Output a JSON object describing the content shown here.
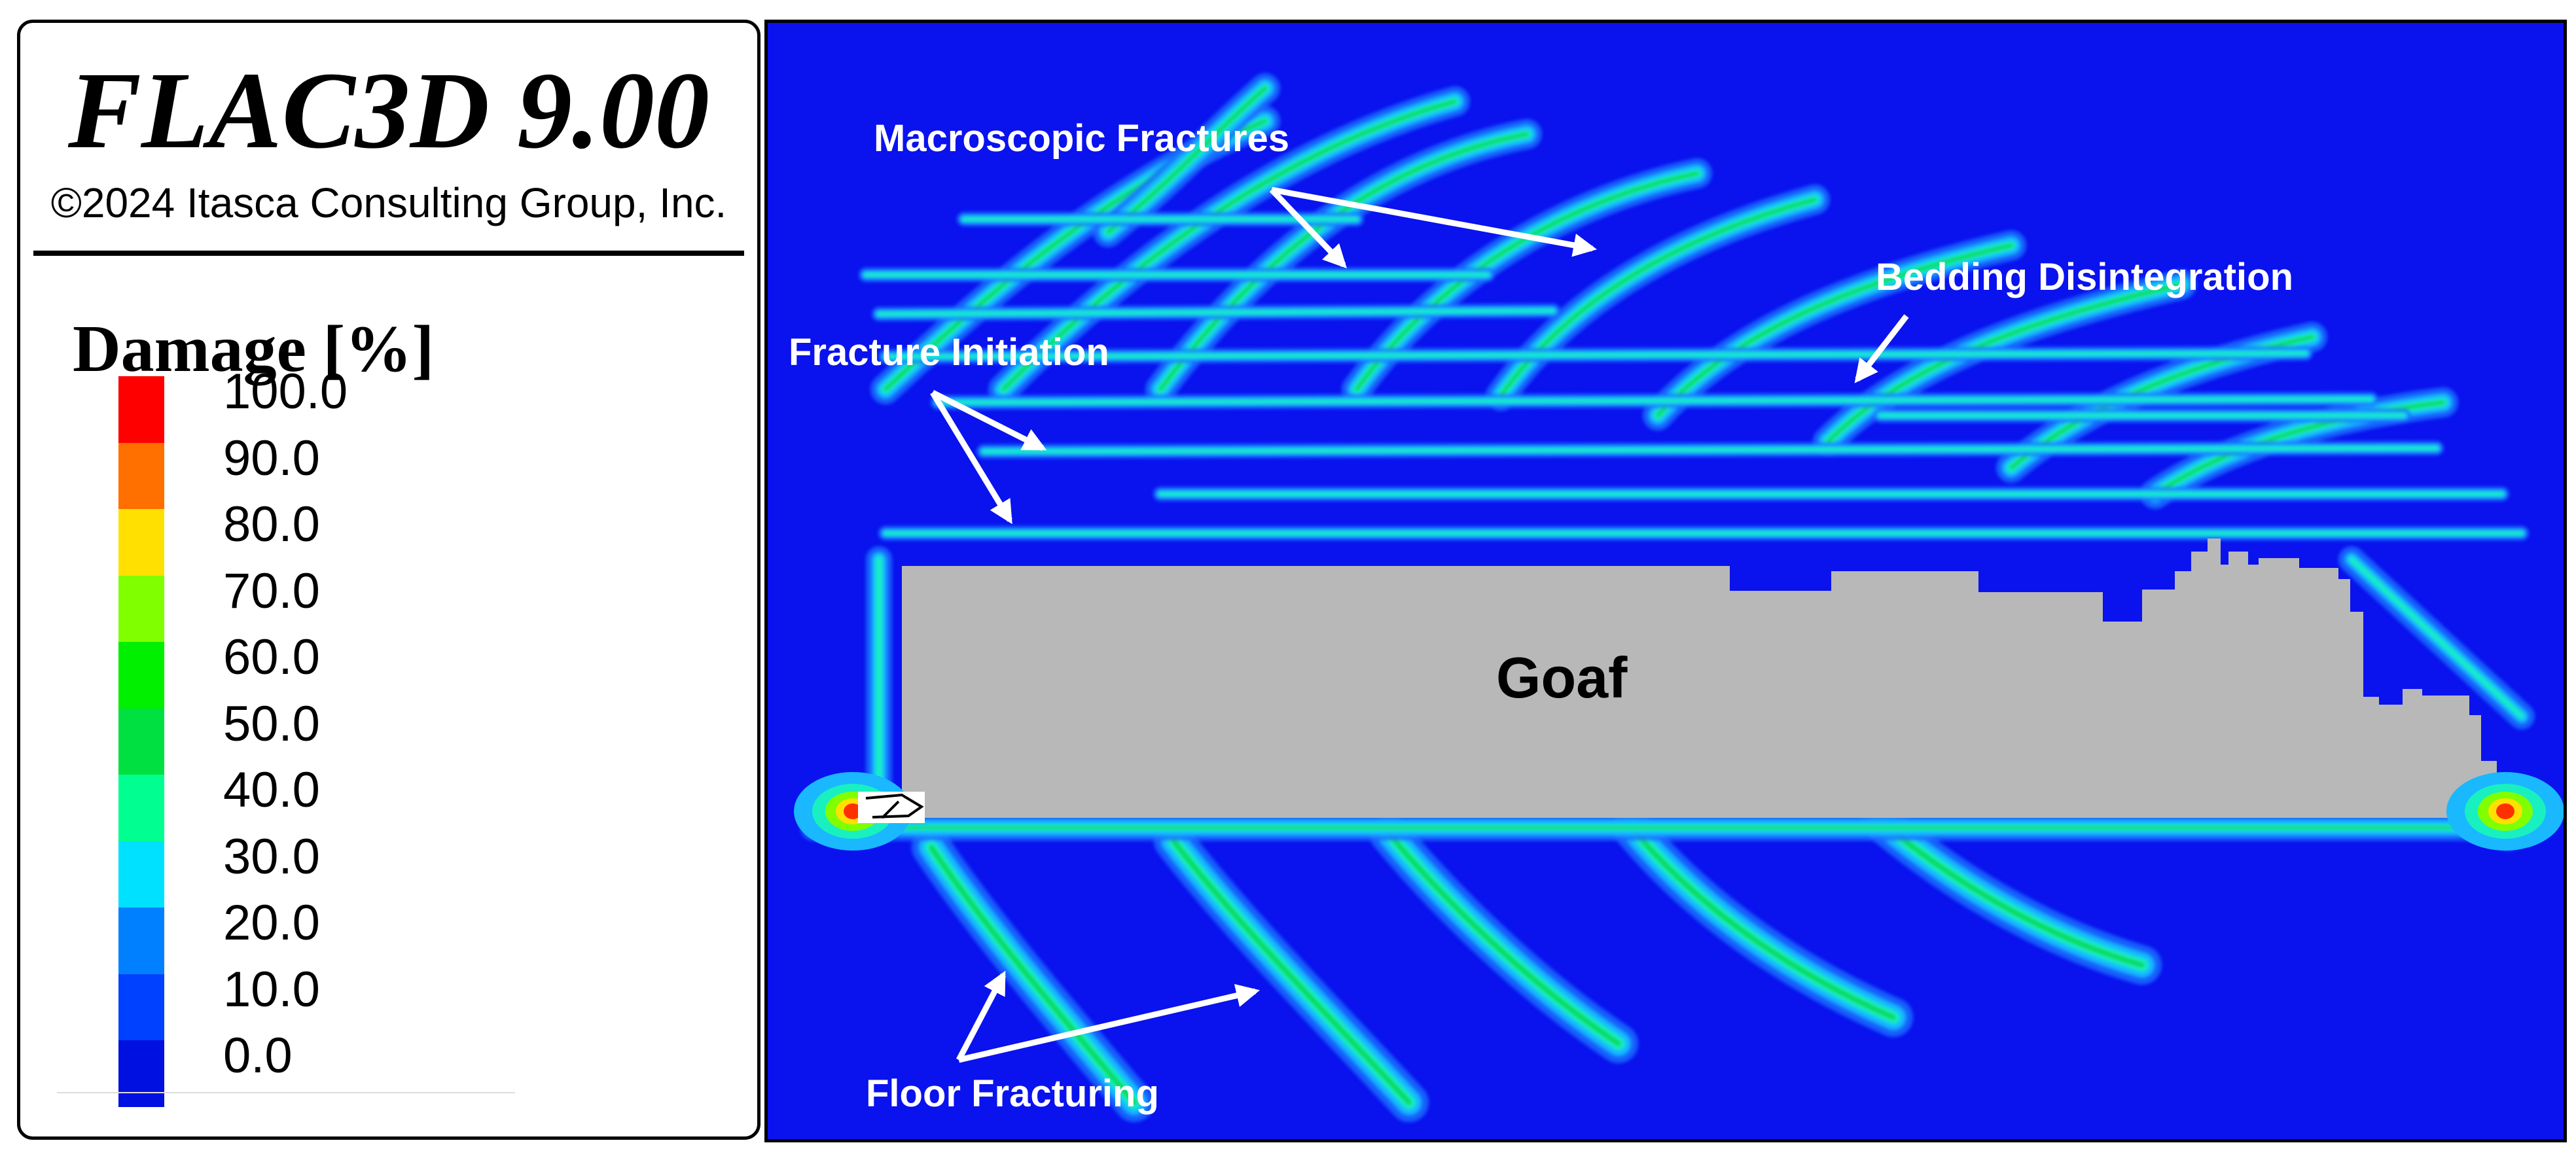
{
  "app": {
    "title": "FLAC3D 9.00",
    "copyright": "©2024 Itasca Consulting Group, Inc."
  },
  "legend": {
    "title": "Damage [%]",
    "levels": [
      {
        "label": "100.0",
        "color": "#ff0000"
      },
      {
        "label": "90.0",
        "color": "#ff7000"
      },
      {
        "label": "80.0",
        "color": "#ffe000"
      },
      {
        "label": "70.0",
        "color": "#80ff00"
      },
      {
        "label": "60.0",
        "color": "#00f000"
      },
      {
        "label": "50.0",
        "color": "#00e040"
      },
      {
        "label": "40.0",
        "color": "#00ff90"
      },
      {
        "label": "30.0",
        "color": "#00e0ff"
      },
      {
        "label": "20.0",
        "color": "#0080ff"
      },
      {
        "label": "10.0",
        "color": "#0040ff"
      },
      {
        "label": "0.0",
        "color": "#0010e0"
      }
    ]
  },
  "model": {
    "background_color": "#0a12ee",
    "goaf_color": "#b8b8b8",
    "goaf_label": "Goaf",
    "annotations": {
      "macroscopic_fractures": "Macroscopic Fractures",
      "bedding_disintegration": "Bedding Disintegration",
      "fracture_initiation": "Fracture Initiation",
      "floor_fracturing": "Floor Fracturing"
    }
  }
}
